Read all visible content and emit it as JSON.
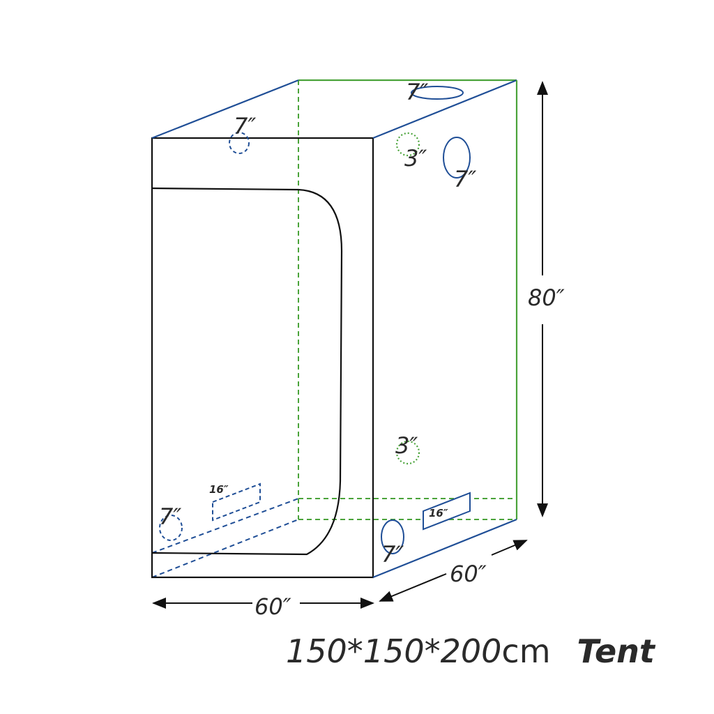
{
  "colors": {
    "outline": "#111111",
    "blue": "#1f4e96",
    "green": "#4aa33a",
    "text": "#2a2a2a"
  },
  "labels": {
    "front_top_port": "7″",
    "roof_port": "7″",
    "side_vent_top": "3″",
    "side_port_top": "7″",
    "height": "80″",
    "side_vent_bottom": "3″",
    "front_window": "16″",
    "front_bottom_port": "7″",
    "side_window": "16″",
    "side_bottom_port": "7″",
    "depth": "60″",
    "width": "60″"
  },
  "title": {
    "dims": "150*150*200",
    "unit": "cm",
    "name": "Tent"
  }
}
